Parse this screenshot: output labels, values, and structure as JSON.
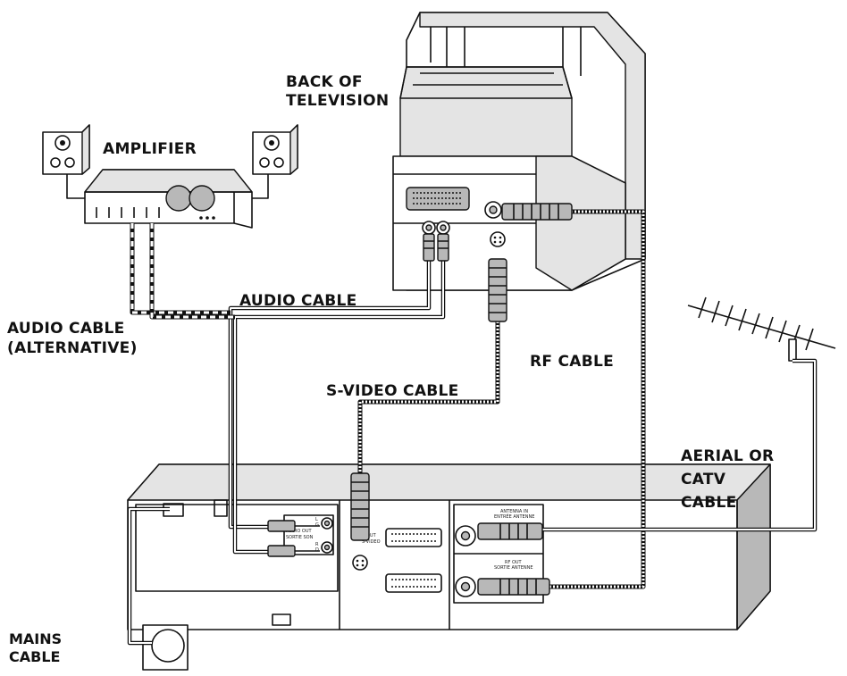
{
  "labels": {
    "back_of_television_line1": "BACK OF",
    "back_of_television_line2": "TELEVISION",
    "amplifier": "AMPLIFIER",
    "audio_cable": "AUDIO CABLE",
    "audio_cable_alt_line1": "AUDIO CABLE",
    "audio_cable_alt_line2": "(ALTERNATIVE)",
    "rf_cable": "RF CABLE",
    "s_video_cable": "S-VIDEO CABLE",
    "aerial_line1": "AERIAL OR",
    "aerial_line2": "CATV",
    "aerial_line3": "CABLE",
    "mains_line1": "MAINS",
    "mains_line2": "CABLE"
  },
  "vcr_panel": {
    "audio_out": "AUDIO OUT",
    "sortie_son": "SORTIE SON",
    "left": "L",
    "left_fr": "G",
    "right": "R",
    "right_fr": "D",
    "out": "OUT",
    "s_video": "S-VIDEO",
    "antenna_in": "ANTENNA IN",
    "entree_antenne": "ENTRÉE ANTENNE",
    "rf_out": "RF OUT",
    "sortie_antenne": "SORTIE ANTENNE"
  }
}
